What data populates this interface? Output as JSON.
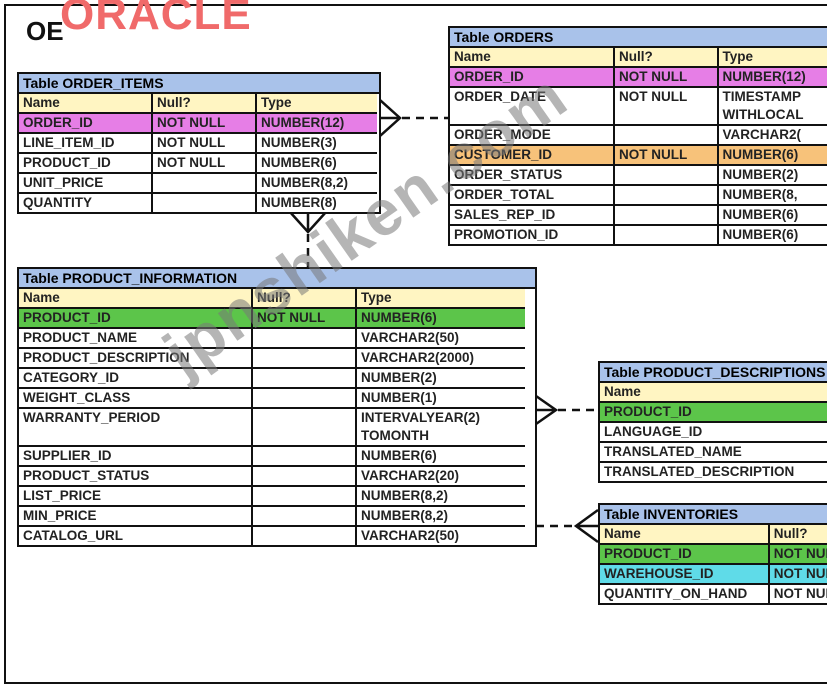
{
  "logo": "ORACLE",
  "logo_mark": "®",
  "schema": "OE",
  "watermark": "jpnshiken.com",
  "tables": {
    "order_items": {
      "title": "Table ORDER_ITEMS",
      "headers": [
        "Name",
        "Null?",
        "Type"
      ],
      "rows": [
        [
          "ORDER_ID",
          "NOT NULL",
          "NUMBER(12)"
        ],
        [
          "LINE_ITEM_ID",
          "NOT NULL",
          "NUMBER(3)"
        ],
        [
          "PRODUCT_ID",
          "NOT NULL",
          "NUMBER(6)"
        ],
        [
          "UNIT_PRICE",
          "",
          "NUMBER(8,2)"
        ],
        [
          "QUANTITY",
          "",
          "NUMBER(8)"
        ]
      ]
    },
    "orders": {
      "title": "Table ORDERS",
      "headers": [
        "Name",
        "Null?",
        "Type"
      ],
      "rows": [
        [
          "ORDER_ID",
          "NOT NULL",
          "NUMBER(12)"
        ],
        [
          "ORDER_DATE",
          "NOT NULL",
          "TIMESTAMP"
        ],
        [
          "",
          "",
          "WITHLOCAL"
        ],
        [
          "ORDER_MODE",
          "",
          "VARCHAR2("
        ],
        [
          "CUSTOMER_ID",
          "NOT NULL",
          "NUMBER(6)"
        ],
        [
          "ORDER_STATUS",
          "",
          "NUMBER(2)"
        ],
        [
          "ORDER_TOTAL",
          "",
          "NUMBER(8,"
        ],
        [
          "SALES_REP_ID",
          "",
          "NUMBER(6)"
        ],
        [
          "PROMOTION_ID",
          "",
          "NUMBER(6)"
        ]
      ]
    },
    "product_information": {
      "title": "Table PRODUCT_INFORMATION",
      "headers": [
        "Name",
        "Null?",
        "Type"
      ],
      "rows": [
        [
          "PRODUCT_ID",
          "NOT NULL",
          "NUMBER(6)"
        ],
        [
          "PRODUCT_NAME",
          "",
          "VARCHAR2(50)"
        ],
        [
          "PRODUCT_DESCRIPTION",
          "",
          "VARCHAR2(2000)"
        ],
        [
          "CATEGORY_ID",
          "",
          "NUMBER(2)"
        ],
        [
          "WEIGHT_CLASS",
          "",
          "NUMBER(1)"
        ],
        [
          "WARRANTY_PERIOD",
          "",
          "INTERVALYEAR(2)"
        ],
        [
          "",
          "",
          "TOMONTH"
        ],
        [
          "SUPPLIER_ID",
          "",
          "NUMBER(6)"
        ],
        [
          "PRODUCT_STATUS",
          "",
          "VARCHAR2(20)"
        ],
        [
          "LIST_PRICE",
          "",
          "NUMBER(8,2)"
        ],
        [
          "MIN_PRICE",
          "",
          "NUMBER(8,2)"
        ],
        [
          "CATALOG_URL",
          "",
          "VARCHAR2(50)"
        ]
      ]
    },
    "product_descriptions": {
      "title": "Table PRODUCT_DESCRIPTIONS",
      "headers": [
        "Name"
      ],
      "rows": [
        [
          "PRODUCT_ID"
        ],
        [
          "LANGUAGE_ID"
        ],
        [
          "TRANSLATED_NAME"
        ],
        [
          "TRANSLATED_DESCRIPTION"
        ]
      ]
    },
    "inventories": {
      "title": "Table INVENTORIES",
      "headers": [
        "Name",
        "Null?"
      ],
      "rows": [
        [
          "PRODUCT_ID",
          "NOT NULL"
        ],
        [
          "WAREHOUSE_ID",
          "NOT NULL"
        ],
        [
          "QUANTITY_ON_HAND",
          "NOT NULL"
        ]
      ]
    }
  },
  "colors": {
    "title_bar": "#a9c2ea",
    "header_row": "#fff5c2",
    "key_magenta": "#e67ee6",
    "key_orange": "#f7c27a",
    "key_green": "#5cc54a",
    "key_cyan": "#5fdbe8"
  }
}
